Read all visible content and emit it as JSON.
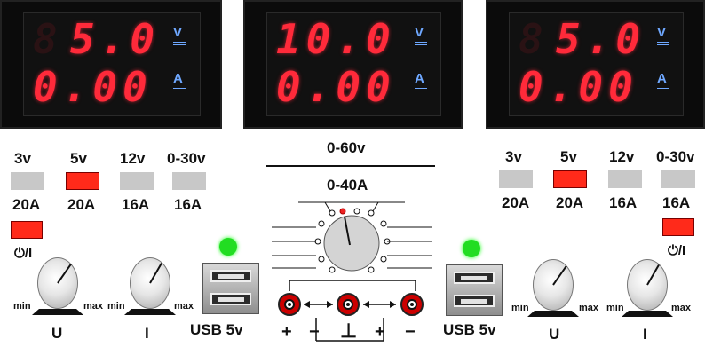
{
  "meters": [
    {
      "voltage": "5.0",
      "current": "0.00",
      "voltage_unit": "V",
      "current_unit": "A"
    },
    {
      "voltage": "10.0",
      "current": "0.00",
      "voltage_unit": "V",
      "current_unit": "A"
    },
    {
      "voltage": "5.0",
      "current": "0.00",
      "voltage_unit": "V",
      "current_unit": "A"
    }
  ],
  "left_panel": {
    "presets": [
      {
        "voltage": "3v",
        "current": "20A",
        "active": false
      },
      {
        "voltage": "5v",
        "current": "20A",
        "active": true
      },
      {
        "voltage": "12v",
        "current": "16A",
        "active": false
      },
      {
        "voltage": "0-30v",
        "current": "16A",
        "active": false
      }
    ],
    "power_label": "⏻/I",
    "knob_u": {
      "label": "U",
      "min": "min",
      "max": "max"
    },
    "knob_i": {
      "label": "I",
      "min": "min",
      "max": "max"
    },
    "usb_label": "USB 5v"
  },
  "right_panel": {
    "presets": [
      {
        "voltage": "3v",
        "current": "20A",
        "active": false
      },
      {
        "voltage": "5v",
        "current": "20A",
        "active": true
      },
      {
        "voltage": "12v",
        "current": "16A",
        "active": false
      },
      {
        "voltage": "0-30v",
        "current": "16A",
        "active": false
      }
    ],
    "power_label": "⏻/I",
    "knob_u": {
      "label": "U",
      "min": "min",
      "max": "max"
    },
    "knob_i": {
      "label": "I",
      "min": "min",
      "max": "max"
    },
    "usb_label": "USB 5v"
  },
  "center": {
    "range_top": "0-60v",
    "range_bottom": "0-40A",
    "terminals": [
      "+",
      "−",
      "⊥",
      "+",
      "−"
    ]
  },
  "colors": {
    "led_red": "#ff2a3a",
    "unit_blue": "#6fa8ff",
    "switch_on": "#ff2a1a",
    "switch_off": "#c8c8c8",
    "status_led": "#22dd22"
  }
}
